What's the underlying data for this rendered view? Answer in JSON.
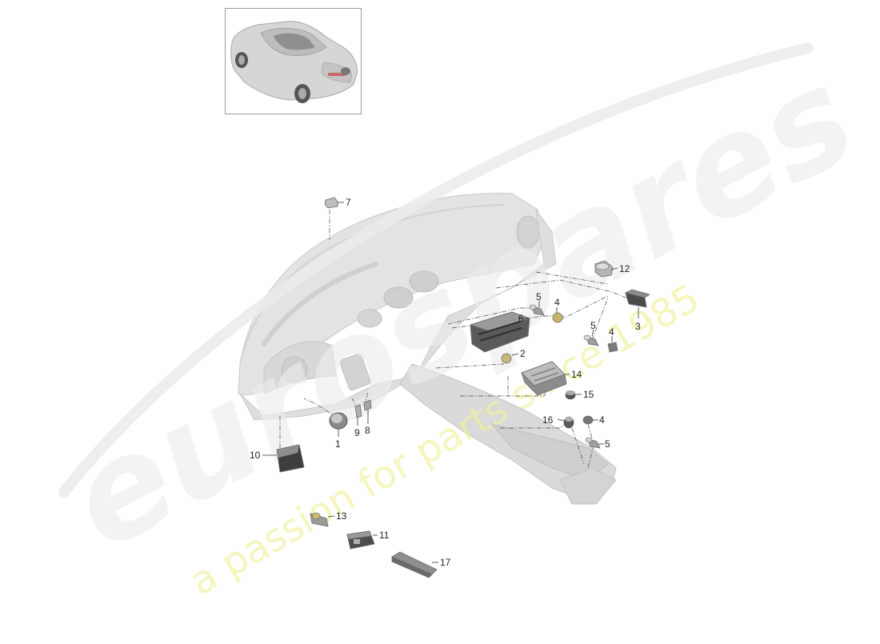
{
  "diagram": {
    "thumbnail": {
      "icon": "car-rear-three-quarter"
    },
    "parts": [
      {
        "id": "p1",
        "label": "1"
      },
      {
        "id": "p2",
        "label": "2"
      },
      {
        "id": "p3",
        "label": "3"
      },
      {
        "id": "p4a",
        "label": "4"
      },
      {
        "id": "p4b",
        "label": "4"
      },
      {
        "id": "p4c",
        "label": "4"
      },
      {
        "id": "p5a",
        "label": "5"
      },
      {
        "id": "p5b",
        "label": "5"
      },
      {
        "id": "p5c",
        "label": "5"
      },
      {
        "id": "p6",
        "label": "6"
      },
      {
        "id": "p7",
        "label": "7"
      },
      {
        "id": "p8",
        "label": "8"
      },
      {
        "id": "p9",
        "label": "9"
      },
      {
        "id": "p10",
        "label": "10"
      },
      {
        "id": "p11",
        "label": "11"
      },
      {
        "id": "p12",
        "label": "12"
      },
      {
        "id": "p13",
        "label": "13"
      },
      {
        "id": "p14",
        "label": "14"
      },
      {
        "id": "p15",
        "label": "15"
      },
      {
        "id": "p16",
        "label": "16"
      },
      {
        "id": "p17",
        "label": "17"
      }
    ]
  },
  "watermark": {
    "brand": "eurospares",
    "tagline": "a passion for parts since 1985",
    "brand_color": "#e6e6e6",
    "tagline_color": "#f2f2a6"
  }
}
